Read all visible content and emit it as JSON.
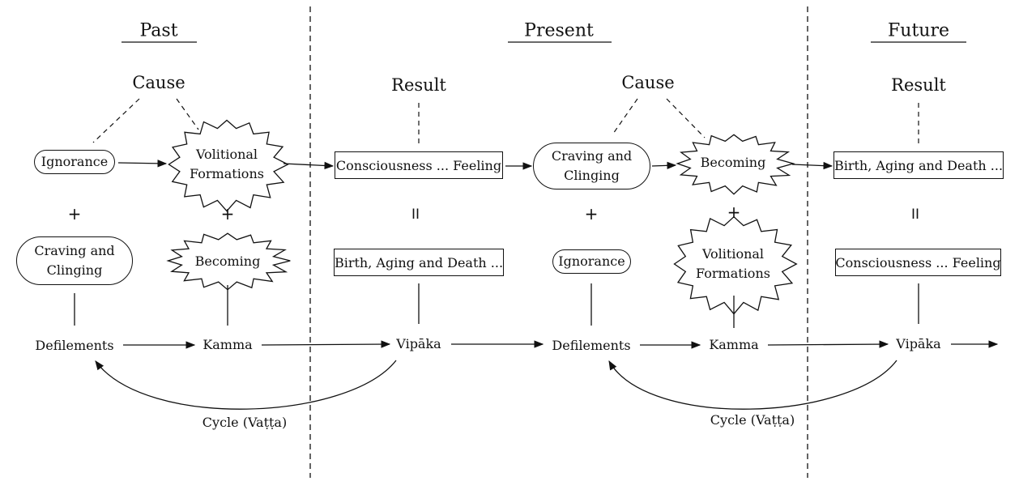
{
  "periods": {
    "past": "Past",
    "present": "Present",
    "future": "Future"
  },
  "phase_labels": {
    "past_cause": "Cause",
    "present_result": "Result",
    "present_cause": "Cause",
    "future_result": "Result"
  },
  "nodes": {
    "past_ignorance": "Ignorance",
    "past_volitional_1": "Volitional",
    "past_volitional_2": "Formations",
    "past_craving_1": "Craving and",
    "past_craving_2": "Clinging",
    "past_becoming": "Becoming",
    "present_consciousness": "Consciousness ... Feeling",
    "present_birth": "Birth, Aging and Death ...",
    "present_craving_1": "Craving and",
    "present_craving_2": "Clinging",
    "present_ignorance": "Ignorance",
    "present_becoming": "Becoming",
    "present_volitional_1": "Volitional",
    "present_volitional_2": "Formations",
    "future_birth": "Birth, Aging and Death ...",
    "future_consciousness": "Consciousness ... Feeling"
  },
  "symbols": {
    "plus": "+",
    "equals": "II"
  },
  "chain": {
    "defilements": "Defilements",
    "kamma": "Kamma",
    "vipaka": "Vipāka"
  },
  "cycle_label": "Cycle (Vaṭṭa)"
}
